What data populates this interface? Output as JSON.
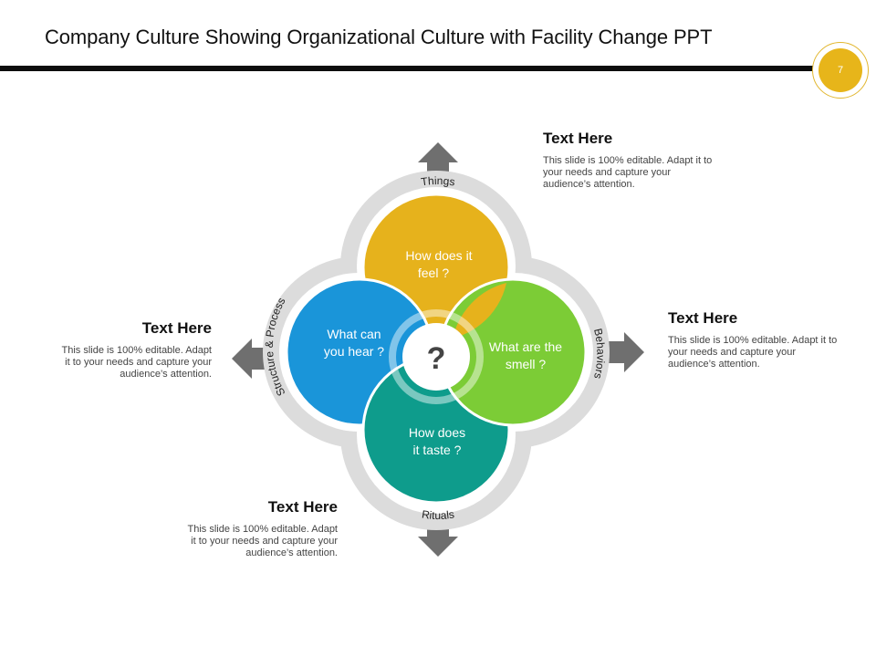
{
  "header": {
    "title": "Company Culture Showing Organizational Culture with Facility Change PPT",
    "page_number": "7"
  },
  "diagram": {
    "center_symbol": "?",
    "ring_labels": {
      "top": "Things",
      "right": "Behaviors",
      "bottom": "Rituals",
      "left": "Structure & Process"
    },
    "petals": [
      {
        "key": "top",
        "line1": "How does it",
        "line2": "feel ?",
        "color": "#e6b21c"
      },
      {
        "key": "right",
        "line1": "What are the",
        "line2": "smell ?",
        "color": "#7ccc36"
      },
      {
        "key": "bottom",
        "line1": "How does",
        "line2": "it taste ?",
        "color": "#0e9c8c"
      },
      {
        "key": "left",
        "line1": "What can",
        "line2": "you hear ?",
        "color": "#1a95d9"
      }
    ],
    "colors": {
      "ring": "#dcdcdc",
      "arrow": "#6f6f6f",
      "accent": "#e7b51a"
    }
  },
  "notes": [
    {
      "title": "Text Here",
      "line1": "This slide is 100% editable. Adapt it to",
      "line2": "your needs and capture your",
      "line3": "audience’s attention."
    },
    {
      "title": "Text Here",
      "line1": "This slide is 100% editable. Adapt it to",
      "line2": "your needs and capture your",
      "line3": "audience’s attention."
    },
    {
      "title": "Text Here",
      "line1": "This slide is 100% editable. Adapt",
      "line2": "it to your needs and capture your",
      "line3": "audience’s attention."
    },
    {
      "title": "Text Here",
      "line1": "This slide is 100% editable. Adapt",
      "line2": "it to your needs and capture your",
      "line3": "audience’s attention."
    }
  ]
}
